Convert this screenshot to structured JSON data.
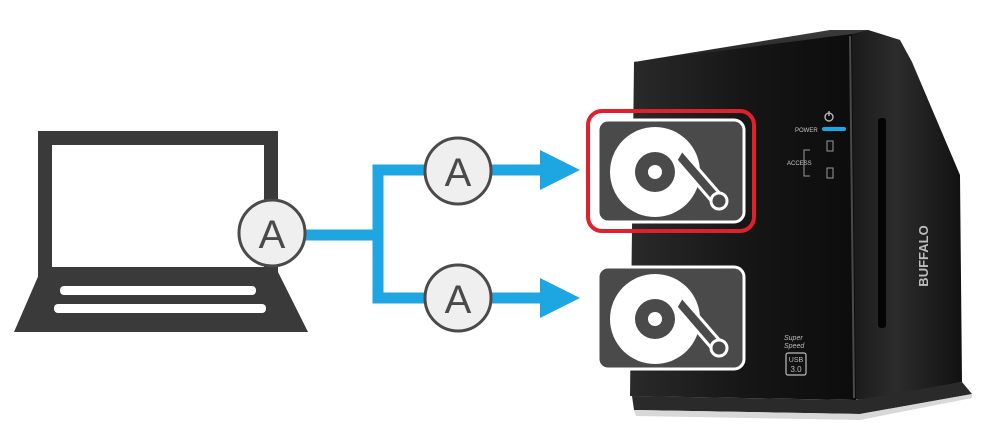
{
  "diagram": {
    "source_label": "A",
    "branch_labels": [
      "A",
      "A"
    ],
    "colors": {
      "connector": "#1ea6e3",
      "highlight": "#e2202b",
      "laptop": "#3a3a3a",
      "device": "#1e1e1e",
      "drive_icon_bg": "#4a4a4a"
    }
  },
  "device": {
    "power_label": "POWER",
    "access_label": "ACCESS",
    "brand": "BUFFALO",
    "superspeed_line1": "Super",
    "superspeed_line2": "Speed",
    "usb_label": "USB",
    "usb_version": "3.0"
  }
}
